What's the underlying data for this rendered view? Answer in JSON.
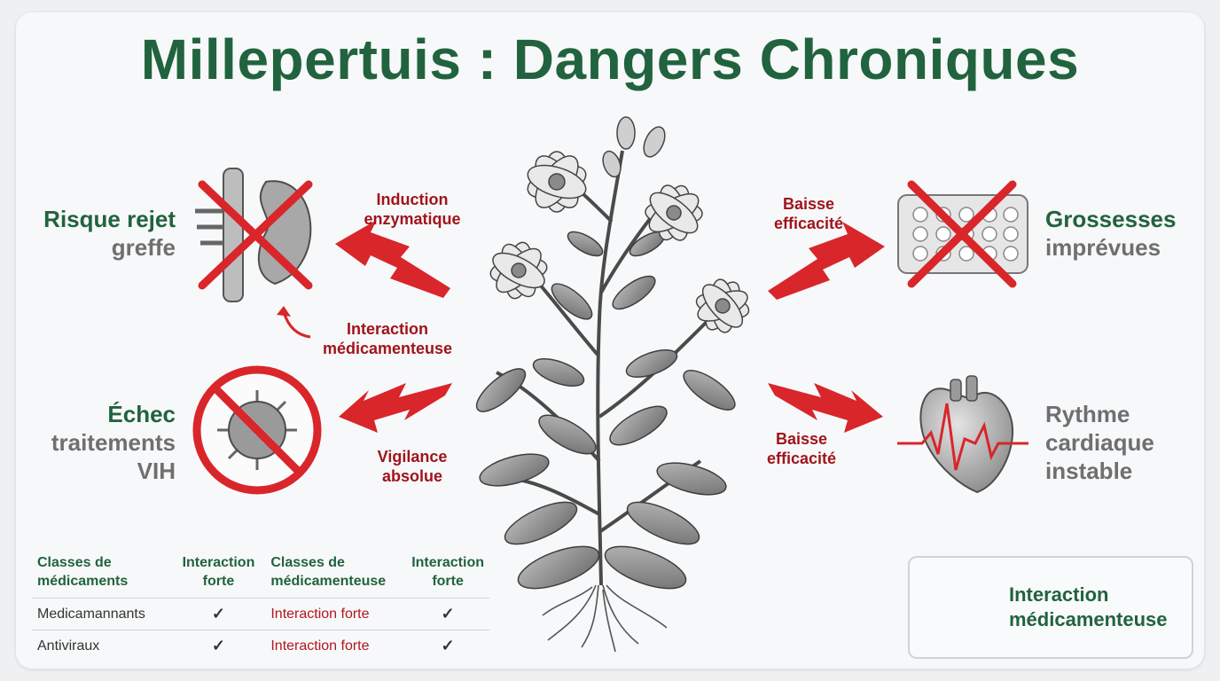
{
  "title": "Millepertuis : Dangers Chroniques",
  "effects": {
    "rejet": {
      "line1": "Risque rejet",
      "line2": "greffe"
    },
    "vih": {
      "line1": "Échec",
      "line2": "traitements",
      "line3": "VIH"
    },
    "grossesses": {
      "line1": "Grossesses",
      "line2": "imprévues"
    },
    "rythme": {
      "line1": "Rythme",
      "line2": "cardiaque",
      "line3": "instable"
    }
  },
  "arrow_labels": {
    "induction": {
      "line1": "Induction",
      "line2": "enzymatique"
    },
    "interaction": {
      "line1": "Interaction",
      "line2": "médicamenteuse"
    },
    "vigilance": {
      "line1": "Vigilance",
      "line2": "absolue"
    },
    "baisse_top": {
      "line1": "Baisse",
      "line2": "efficacité"
    },
    "baisse_bottom": {
      "line1": "Baisse",
      "line2": "efficacité"
    }
  },
  "table": {
    "headers": {
      "col1_line1": "Classes de",
      "col1_line2": "médicaments",
      "col2_line1": "Interaction",
      "col2_line2": "forte",
      "col3_line1": "Classes de",
      "col3_line2": "médicamenteuse",
      "col4_line1": "Interaction",
      "col4_line2": "forte"
    },
    "rows": [
      {
        "name": "Medicamannants",
        "interaction": "Interaction forte",
        "check1": "✓",
        "check2": "✓"
      },
      {
        "name": "Antiviraux",
        "interaction": "Interaction forte",
        "check1": "✓",
        "check2": "✓"
      }
    ]
  },
  "legend": {
    "line1": "Interaction",
    "line2": "médicamenteuse"
  },
  "colors": {
    "accent_green": "#21633e",
    "alert_red": "#d8262b",
    "text_gray": "#6f6f6f"
  }
}
